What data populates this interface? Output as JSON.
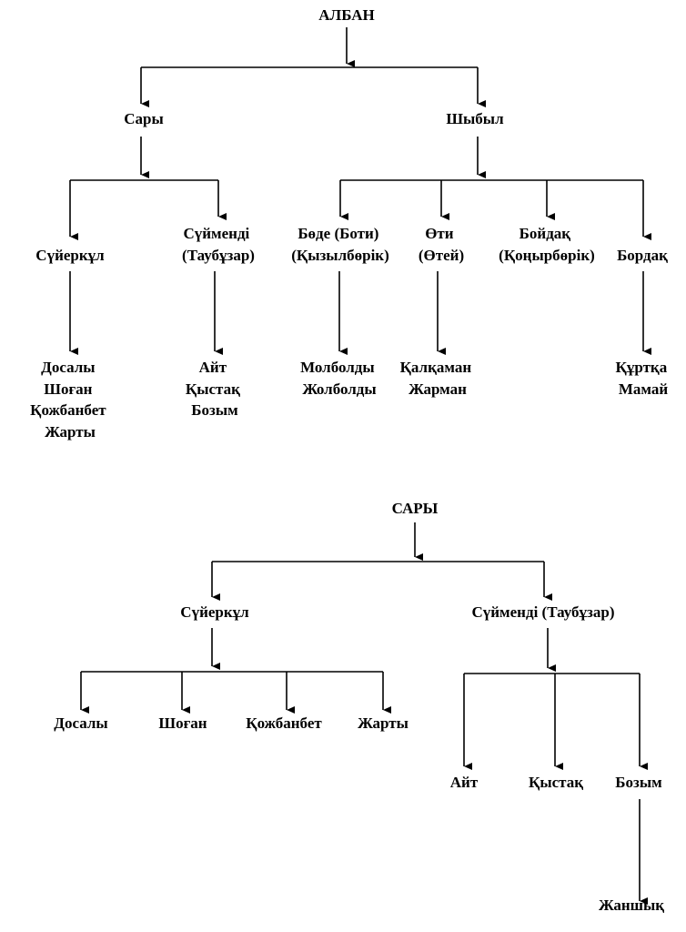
{
  "tree1": {
    "root": "АЛБАН",
    "branches": {
      "sary": "Сары",
      "shybyl": "Шыбыл"
    },
    "sary_children": {
      "suierkul": "Сүйеркұл",
      "suimendi": [
        "Сүйменді",
        "(Таубұзар)"
      ]
    },
    "shybyl_children": {
      "bode": [
        "Бөде (Боти)",
        "(Қызылбөрік)"
      ],
      "oti": [
        "Өти",
        "(Өтей)"
      ],
      "boidak": [
        "Бойдақ",
        "(Қоңырбөрік)"
      ],
      "bordak": "Бордақ"
    },
    "leaves": {
      "suierkul": [
        "Досалы",
        "Шоған",
        "Қожбанбет",
        "Жарты"
      ],
      "suimendi": [
        "Айт",
        "Қыстақ",
        "Бозым"
      ],
      "bode": [
        "Молболды",
        "Жолболды"
      ],
      "oti": [
        "Қалқаман",
        "Жарман"
      ],
      "bordak": [
        "Құртқа",
        "Мамай"
      ]
    }
  },
  "tree2": {
    "root": "САРЫ",
    "branches": {
      "suierkul": "Сүйеркұл",
      "suimendi": "Сүйменді (Таубұзар)"
    },
    "suierkul_children": [
      "Досалы",
      "Шоған",
      "Қожбанбет",
      "Жарты"
    ],
    "suimendi_children": [
      "Айт",
      "Қыстақ",
      "Бозым"
    ],
    "bozym_child": "Жаншық"
  }
}
